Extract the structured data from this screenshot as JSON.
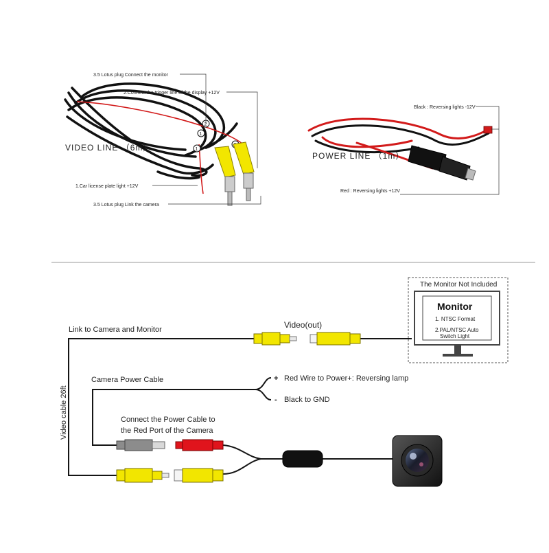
{
  "video_line": {
    "title": "VIDEO  LINE （6m）",
    "callouts": {
      "monitor_plug": "3.5 Lotus plug  Connect the monitor",
      "trigger": "2.Connect the trigger line of the display +12V",
      "plate_light": "1.Car license plate light +12V",
      "camera_plug": "3.5 Lotus plug  Link the camera"
    },
    "markers": [
      "1",
      "2",
      "1",
      "2"
    ]
  },
  "power_line": {
    "title": "POWER  LINE （1m）",
    "callouts": {
      "black": "Black : Reversing lights -12V",
      "red": "Red : Reversing lights +12V"
    }
  },
  "wiring": {
    "link_label": "Link to Camera and Monitor",
    "video_out": "Video(out)",
    "video_cable": "Video cable 26ft",
    "power_cable": "Camera Power Cable",
    "red_plus_sign": "+",
    "red_wire": "Red Wire to Power+: Reversing lamp",
    "black_minus_sign": "-",
    "black_gnd": "Black to GND",
    "connect_line1": "Connect the Power Cable to",
    "connect_line2": "the Red Port of the Camera",
    "monitor_box": {
      "not_included": "The Monitor Not Included",
      "title": "Monitor",
      "item1": "1. NTSC Format",
      "item2_line1": "2.PAL/NTSC Auto",
      "item2_line2": "Switch Light"
    }
  },
  "colors": {
    "rca_yellow": "#f2e600",
    "rca_red": "#e0141c",
    "cable_black": "#151515",
    "cable_red": "#d21a1a",
    "plug_gray": "#8c8c8c",
    "frame_gray": "#555555"
  }
}
